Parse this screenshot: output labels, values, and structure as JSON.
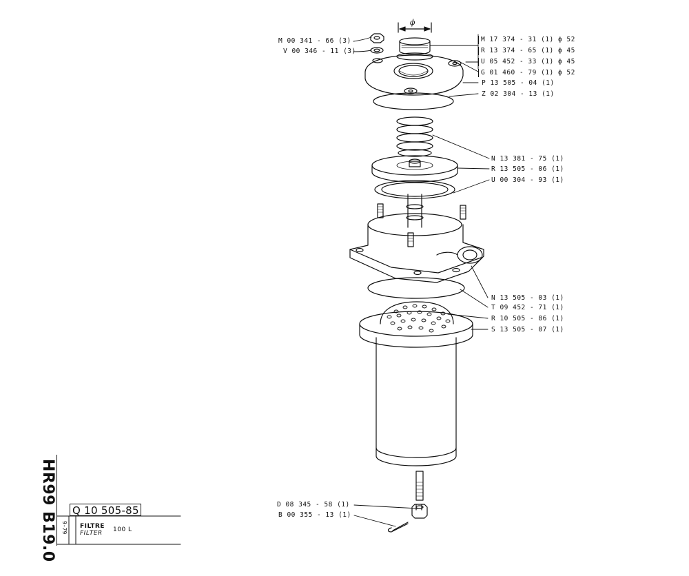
{
  "title_block": {
    "document_code": "HR99 B19.0",
    "part_number": "Q 10 505-85",
    "date": "9-79",
    "name_fr": "FILTRE",
    "name_en": "FILTER",
    "capacity": "100 L"
  },
  "dimension_symbol": "ϕ",
  "callouts": {
    "m_00_341_66": "M 00 341 - 66 (3)",
    "v_00_346_11": "V 00 346 - 11 (3)",
    "m_17_374_31": "M 17 374 - 31 (1) ϕ 52",
    "r_13_374_65": "R 13 374 - 65 (1) ϕ 45",
    "u_05_452_33": "U 05 452 - 33 (1) ϕ 45",
    "g_01_460_79": "G 01 460 - 79 (1) ϕ 52",
    "p_13_505_04": "P 13 505 - 04 (1)",
    "z_02_304_13": "Z 02 304 - 13 (1)",
    "n_13_381_75": "N 13 381 - 75 (1)",
    "r_13_505_06": "R 13 505 - 06 (1)",
    "u_00_304_93": "U 00 304 - 93 (1)",
    "n_13_505_03": "N 13 505 - 03 (1)",
    "t_09_452_71": "T 09 452 - 71 (1)",
    "r_10_505_86": "R 10 505 - 86 (1)",
    "s_13_505_07": "S 13 505 - 07 (1)",
    "d_08_345_58": "D 08 345 - 58 (1)",
    "b_00_355_13": "B 00 355 - 13 (1)"
  }
}
